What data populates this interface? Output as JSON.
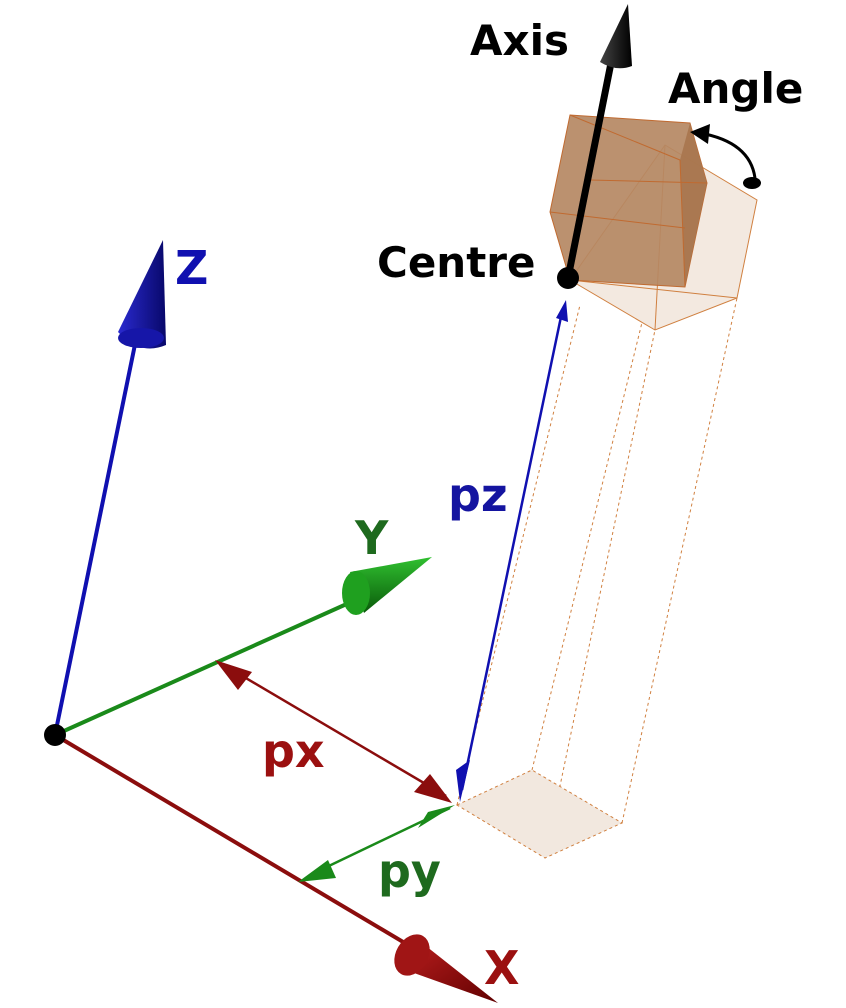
{
  "labels": {
    "axis": "Axis",
    "angle": "Angle",
    "centre": "Centre",
    "z": "Z",
    "y": "Y",
    "x": "X",
    "pz": "pz",
    "px": "px",
    "py": "py"
  },
  "colors": {
    "z_axis": "#1010b0",
    "y_axis": "#1a8a1a",
    "x_axis": "#8b0d0d",
    "pz_label": "#1414a0",
    "py_label": "#1e6a1e",
    "px_label": "#9b1010",
    "black": "#000000",
    "cube_fill": "#b07a50",
    "cube_ghost": "#e8d8c8",
    "dash": "#d08040"
  },
  "icons": [
    "origin-point-icon",
    "centre-point-icon",
    "rotation-arrow-icon"
  ]
}
